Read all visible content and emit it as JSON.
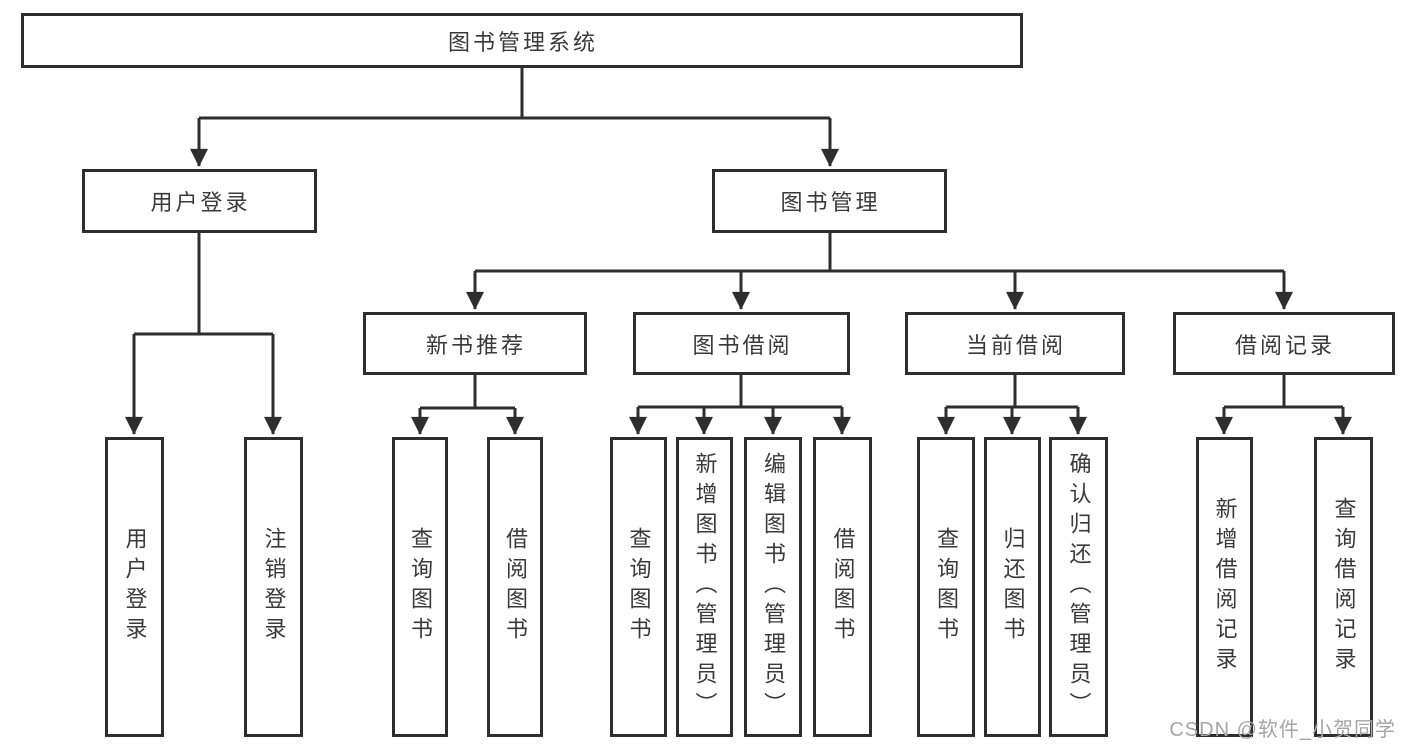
{
  "colors": {
    "line": "#2e2e2e",
    "border": "#2e2e2e",
    "text": "#3a3a3a",
    "box_fill": "#ffffff",
    "background": "#ffffff",
    "watermark": "#a5a5a5"
  },
  "watermark": {
    "text": "CSDN @软件_小贺同学"
  },
  "diagram": {
    "root": {
      "label": "图书管理系统"
    },
    "level2": [
      {
        "label": "用户登录"
      },
      {
        "label": "图书管理"
      }
    ],
    "level3": [
      {
        "label": "新书推荐"
      },
      {
        "label": "图书借阅"
      },
      {
        "label": "当前借阅"
      },
      {
        "label": "借阅记录"
      }
    ],
    "leaves": {
      "user_login": [
        {
          "label": "用户登录"
        },
        {
          "label": "注销登录"
        }
      ],
      "new_books": [
        {
          "label": "查询图书"
        },
        {
          "label": "借阅图书"
        }
      ],
      "book_borrow": [
        {
          "label": "查询图书"
        },
        {
          "label": "新增图书（管理员）"
        },
        {
          "label": "编辑图书（管理员）"
        },
        {
          "label": "借阅图书"
        }
      ],
      "current_borrow": [
        {
          "label": "查询图书"
        },
        {
          "label": "归还图书"
        },
        {
          "label": "确认归还（管理员）"
        }
      ],
      "borrow_records": [
        {
          "label": "新增借阅记录"
        },
        {
          "label": "查询借阅记录"
        }
      ]
    }
  }
}
